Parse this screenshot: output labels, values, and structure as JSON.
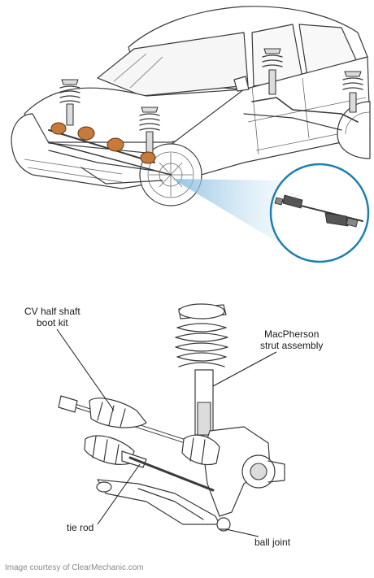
{
  "labels": {
    "cv_half_shaft_line1": "CV half shaft",
    "cv_half_shaft_line2": "boot kit",
    "strut_line1": "MacPherson",
    "strut_line2": "strut assembly",
    "tie_rod": "tie rod",
    "ball_joint": "ball joint"
  },
  "credit": "Image courtesy of ClearMechanic.com",
  "colors": {
    "accent_blue": "#1f7fb0",
    "boot_orange": "#c87a3a",
    "line": "#3a3a3a"
  }
}
